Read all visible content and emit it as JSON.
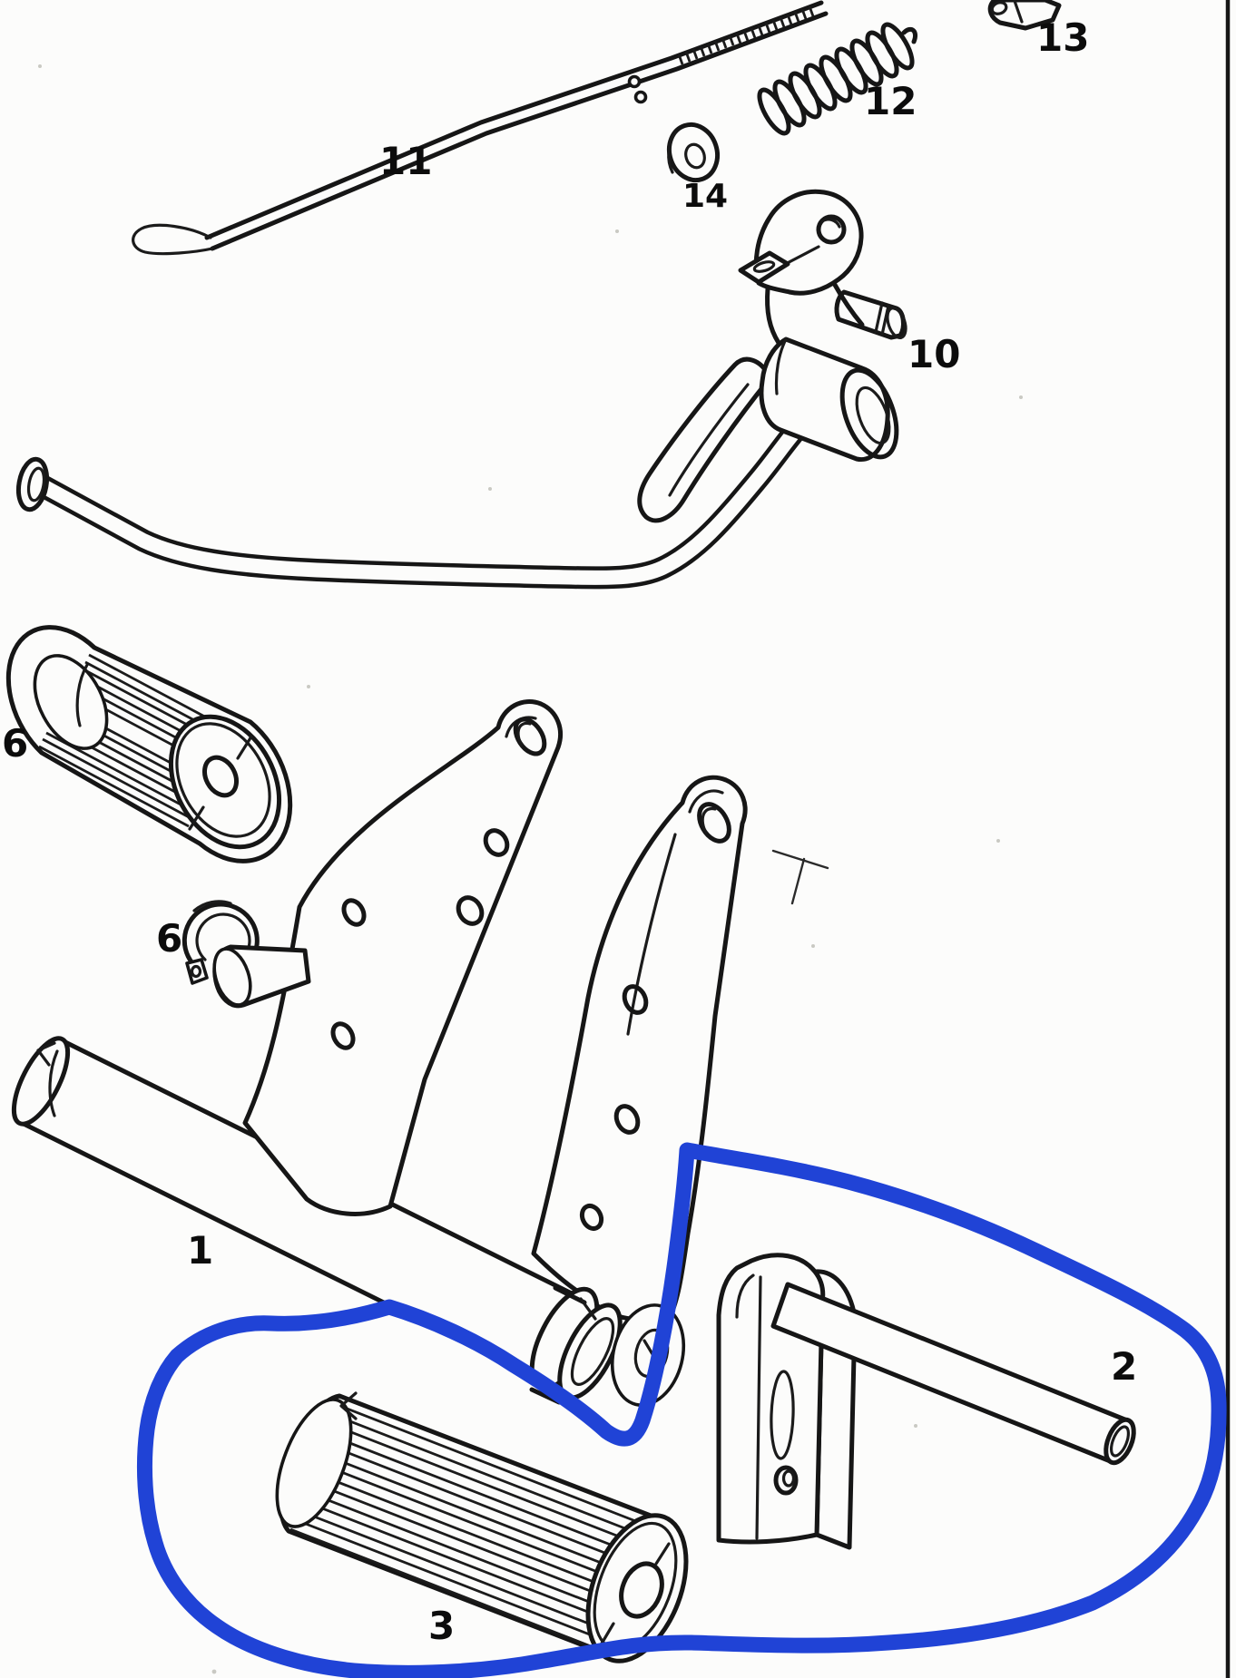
{
  "diagram": {
    "kind": "exploded-parts-line-drawing",
    "labels": [
      {
        "text": "11"
      },
      {
        "text": "12"
      },
      {
        "text": "13"
      },
      {
        "text": "14"
      },
      {
        "text": "10"
      },
      {
        "text": "6"
      },
      {
        "text": "6"
      },
      {
        "text": "1"
      },
      {
        "text": "2"
      },
      {
        "text": "3"
      }
    ]
  },
  "annotation": {
    "type": "freehand-loop",
    "color": "#2043d6",
    "encircled_labels": [
      "2",
      "3"
    ]
  },
  "colors": {
    "background": "#fcfcfb",
    "line_art": "#161616",
    "annotation_blue": "#2043d6"
  }
}
